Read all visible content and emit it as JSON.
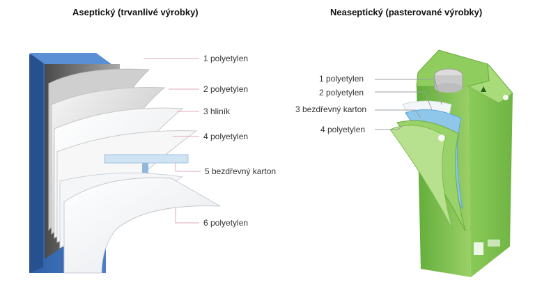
{
  "left_panel": {
    "title": "Aseptický (trvanlivé výrobky)",
    "layers": [
      {
        "label": "1 polyetylen"
      },
      {
        "label": "2 polyetylen"
      },
      {
        "label": "3 hliník"
      },
      {
        "label": "4 polyetylen"
      },
      {
        "label": "5 bezdřevný karton"
      },
      {
        "label": "6 polyetylen"
      }
    ]
  },
  "right_panel": {
    "title": "Neaseptický (pasterované výrobky)",
    "layers": [
      {
        "label": "1 polyetylen"
      },
      {
        "label": "2 polyetylen"
      },
      {
        "label": "3 bezdřevný karton"
      },
      {
        "label": "4 polyetylen"
      }
    ]
  },
  "colors": {
    "carton_blue": "#3b6fb6",
    "carton_green": "#7cc04a",
    "leader_line": "#e0a8b4",
    "leader_line_right": "#9aa0a6"
  }
}
